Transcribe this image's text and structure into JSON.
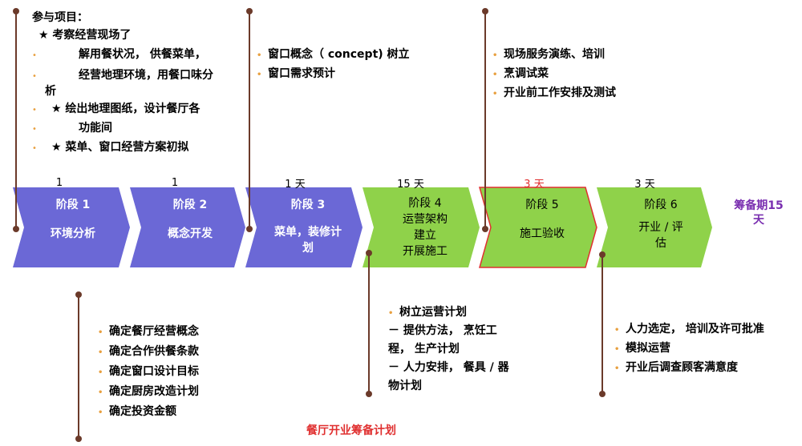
{
  "colors": {
    "blue_stage": "#6b68d6",
    "green_stage": "#8fd24a",
    "line": "#6b3a2a",
    "bullet": "#e8a040",
    "title": "#e03030",
    "total": "#7a2fb0"
  },
  "title": "餐厅开业筹备计划",
  "total_period": {
    "line1": "筹备期15",
    "line2": "天"
  },
  "stages": [
    {
      "name": "阶段 1",
      "desc": [
        "环境分析"
      ],
      "duration": "1"
    },
    {
      "name": "阶段 2",
      "desc": [
        "概念开发"
      ],
      "duration": "1"
    },
    {
      "name": "阶段 3",
      "desc": [
        "菜单，装修计",
        "划"
      ],
      "duration": "1 天"
    },
    {
      "name": "阶段 4",
      "desc": [
        "运营架构",
        "建立",
        "开展施工"
      ],
      "duration": "15 天"
    },
    {
      "name": "阶段 5",
      "desc": [
        "施工验收"
      ],
      "duration": "3 天"
    },
    {
      "name": "阶段 6",
      "desc": [
        "开业 / 评",
        "估"
      ],
      "duration": "3 天"
    }
  ],
  "note1": {
    "heading": "参与项目：",
    "star1": "★  考察经营现场了",
    "lines": [
      "解用餐状况， 供餐菜单，",
      "经营地理环境，用餐口味分",
      "析"
    ],
    "star2": "★  绘出地理图纸，设计餐厅各",
    "star2b": "功能间",
    "star3": "★  菜单、窗口经营方案初拟"
  },
  "note3": [
    "窗口概念（ concept) 树立",
    "窗口需求预计"
  ],
  "note5": [
    "现场服务演练、培训",
    "烹调试菜",
    "开业前工作安排及测试"
  ],
  "note2": [
    "确定餐厅经营概念",
    "确定合作供餐条款",
    "确定窗口设计目标",
    "确定厨房改造计划",
    "确定投资金额"
  ],
  "note4": {
    "head": "树立运营计划",
    "l1": "－ 提供方法， 烹饪工",
    "l2": "程， 生产计划",
    "l3": "－ 人力安排， 餐具 / 器",
    "l4": "物计划"
  },
  "note6": [
    "人力选定， 培训及许可批准",
    "模拟运营",
    "开业后调查顾客满意度"
  ]
}
